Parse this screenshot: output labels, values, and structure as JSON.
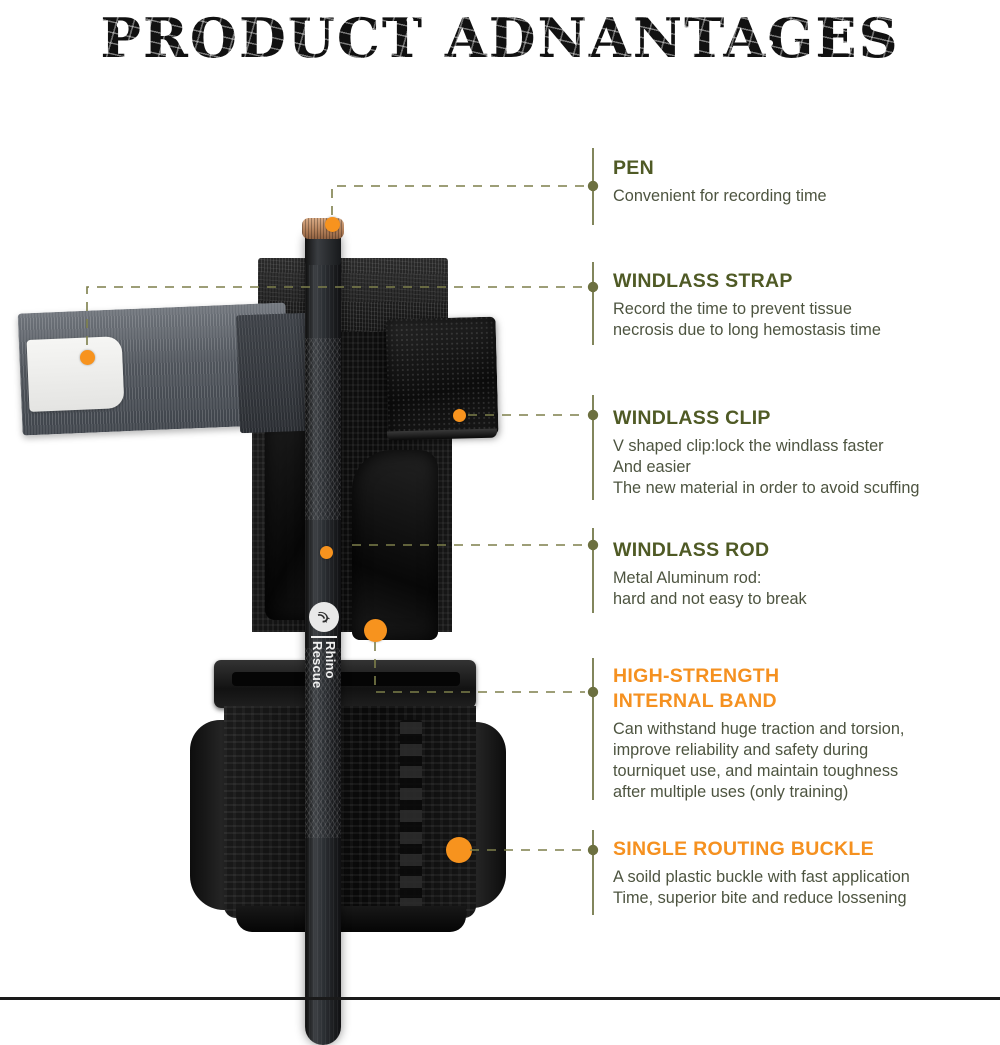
{
  "page": {
    "title": "PRODUCT ADNANTAGES",
    "background_color": "#ffffff"
  },
  "colors": {
    "heading_olive": "#4f5a25",
    "heading_orange": "#f59120",
    "body_text": "#4d5440",
    "leader_line": "#7d7f4a",
    "hotspot_orange": "#f7931e",
    "title_black": "#111111"
  },
  "callouts": [
    {
      "id": "pen",
      "heading": "PEN",
      "heading_color": "olive",
      "body": "Convenient for recording time",
      "anchor_label": "pen-cap-hotspot"
    },
    {
      "id": "windlass-strap",
      "heading": "WINDLASS STRAP",
      "heading_color": "olive",
      "body": "Record the time to prevent tissue\nnecrosis due to long hemostasis time",
      "anchor_label": "gray-strap-hotspot"
    },
    {
      "id": "windlass-clip",
      "heading": "WINDLASS CLIP",
      "heading_color": "olive",
      "body": "V shaped clip:lock the windlass faster\nAnd easier\nThe new material in order to avoid scuffing",
      "anchor_label": "windlass-clip-hotspot"
    },
    {
      "id": "windlass-rod",
      "heading": "WINDLASS ROD",
      "heading_color": "olive",
      "body": "Metal Aluminum rod:\nhard and not easy to break",
      "anchor_label": "windlass-rod-hotspot"
    },
    {
      "id": "high-strength-internal-band",
      "heading": "HIGH-STRENGTH\nINTERNAL BAND",
      "heading_color": "orange",
      "body": "Can withstand huge traction and torsion,\nimprove reliability and safety during\ntourniquet use, and maintain toughness\nafter multiple uses (only training)",
      "anchor_label": "internal-band-hotspot"
    },
    {
      "id": "single-routing-buckle",
      "heading": "SINGLE ROUTING BUCKLE",
      "heading_color": "orange",
      "body": "A soild plastic buckle with fast application\nTime, superior bite and reduce lossening",
      "anchor_label": "routing-buckle-hotspot"
    }
  ],
  "product": {
    "name": "tourniquet-photo",
    "brand_logo": {
      "mark": "rhino-head-icon",
      "line1": "Rhino",
      "line2": "Rescue"
    },
    "parts": [
      "pen-cap",
      "gray-windlass-strap",
      "white-time-label",
      "windlass-clip-pad",
      "windlass-rod",
      "routing-buckle",
      "internal-band"
    ]
  }
}
